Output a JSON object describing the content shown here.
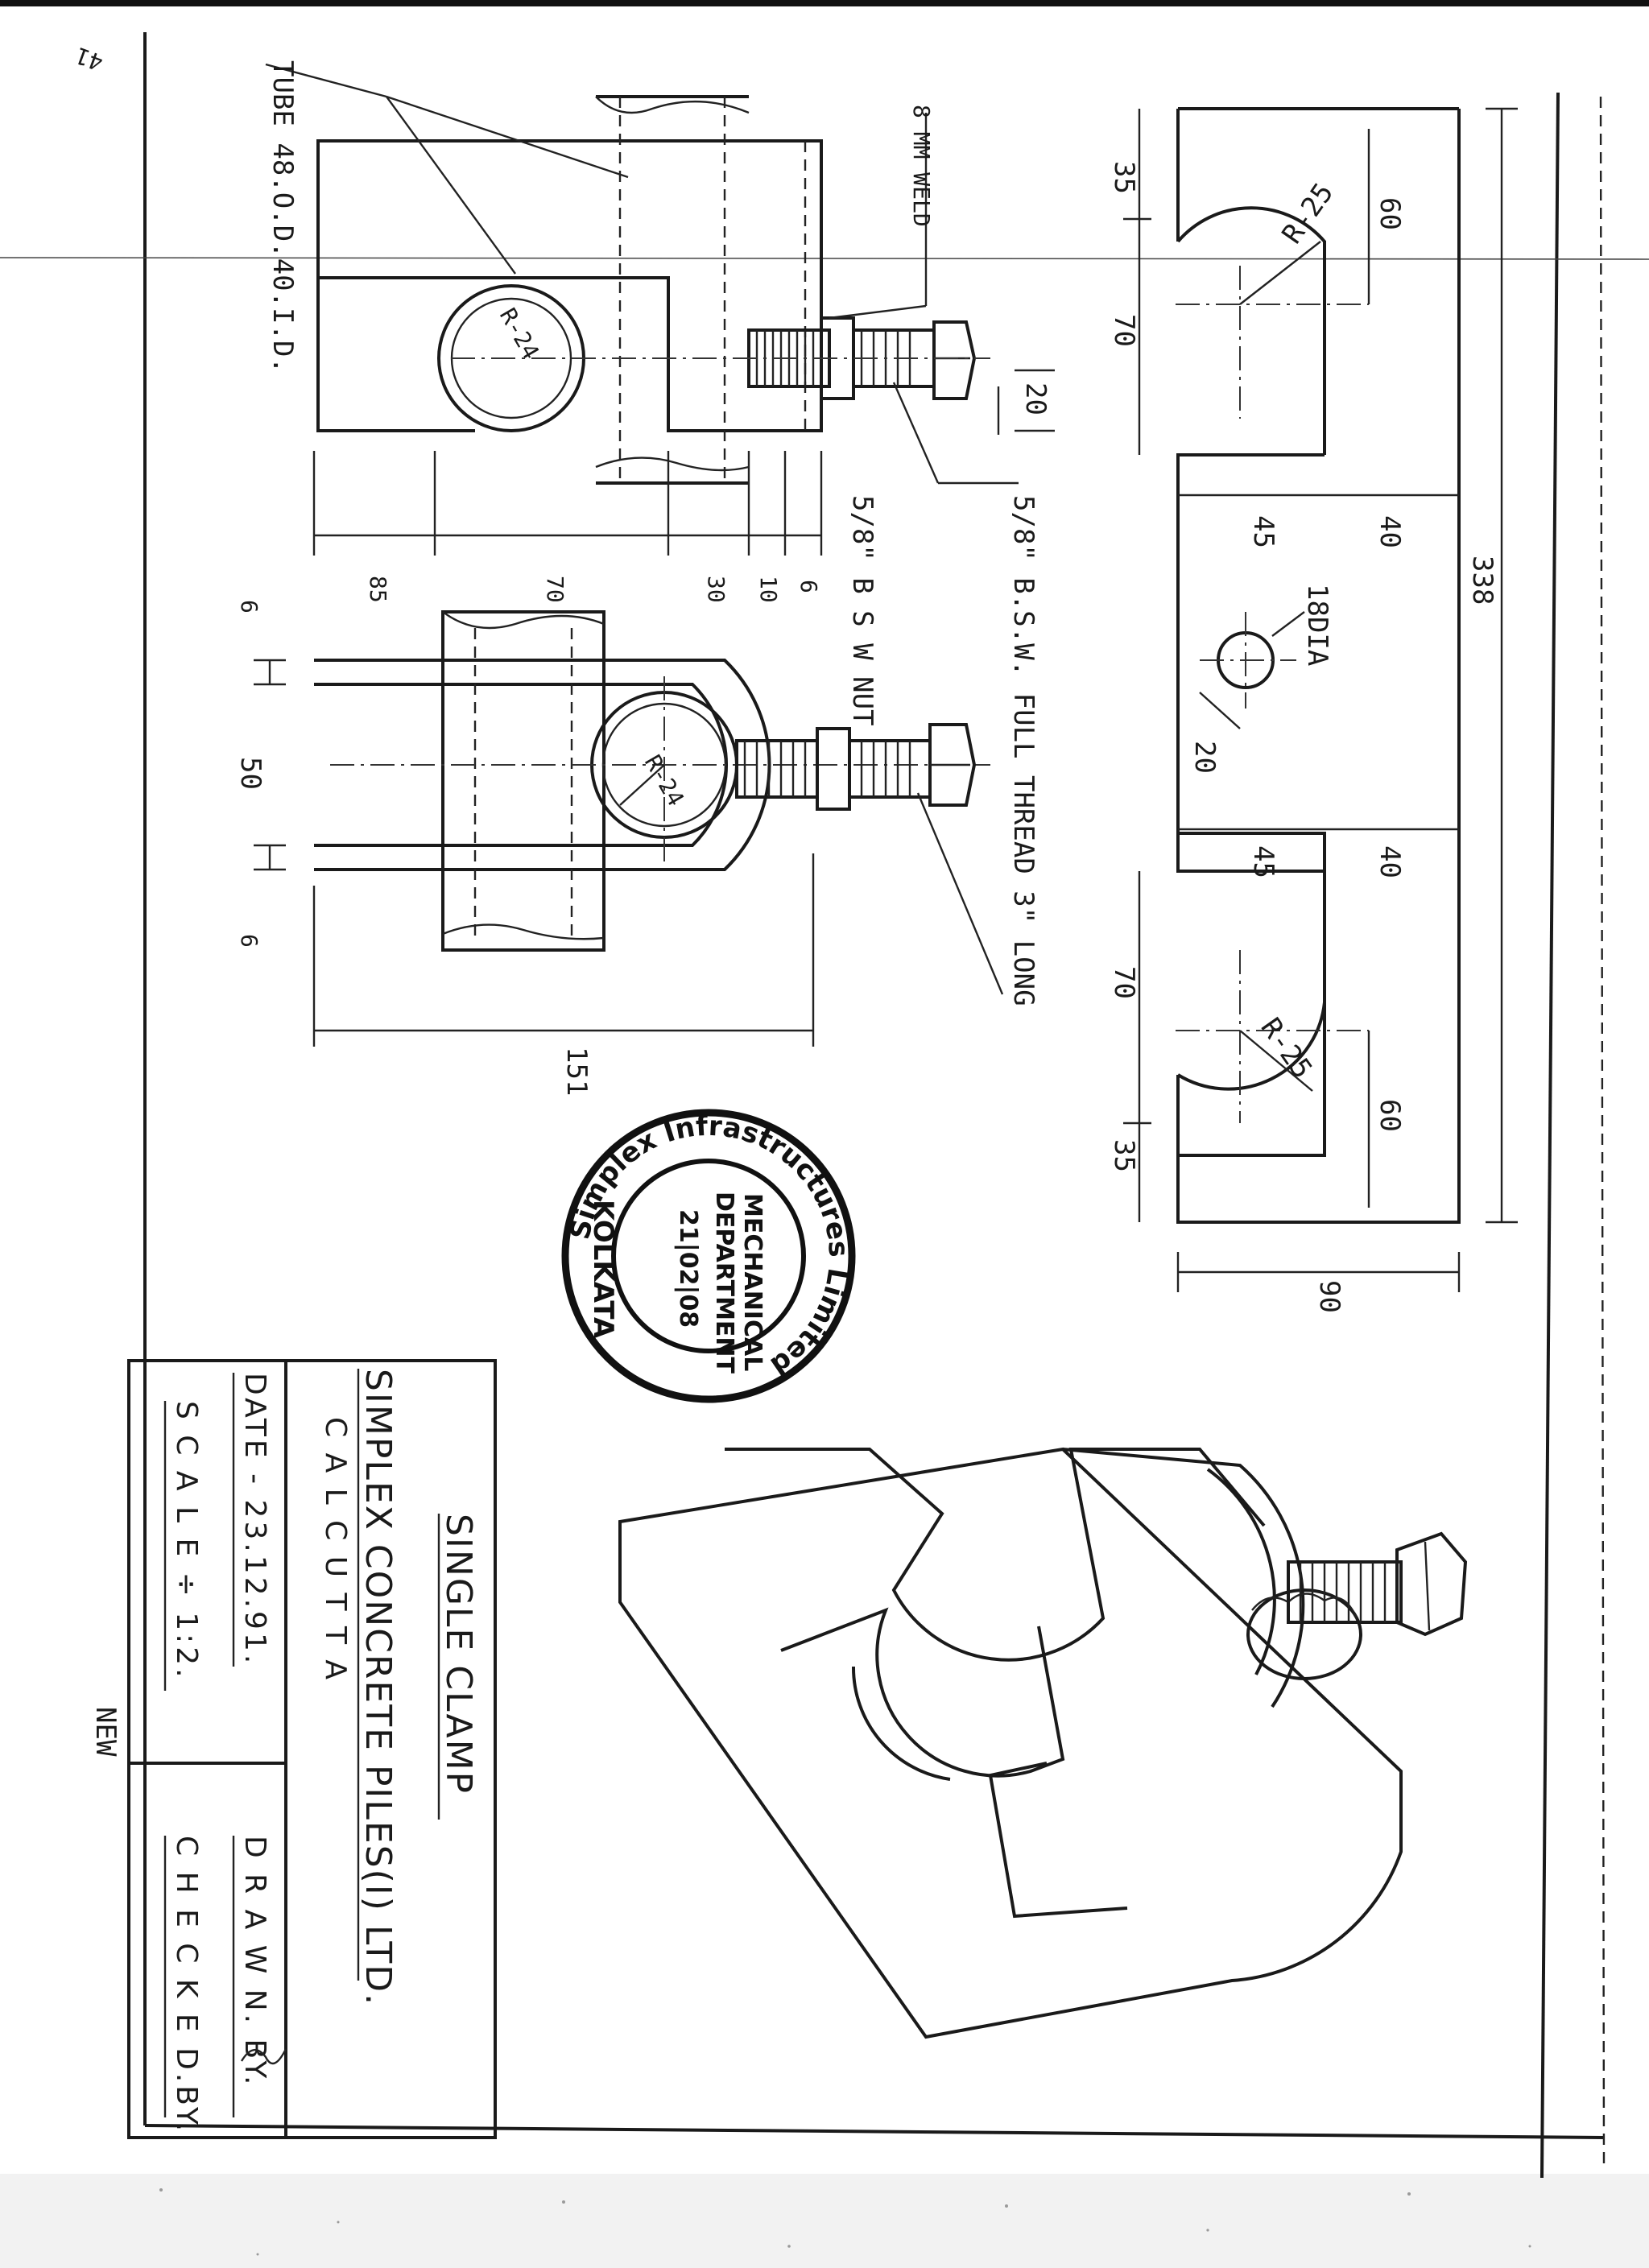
{
  "drawing": {
    "dims": {
      "d35_top": "35",
      "d70_top": "70",
      "d60_top": "60",
      "d40_a": "40",
      "d45_a": "45",
      "d338": "338",
      "d18dia": "18DIA",
      "d20_mid": "20",
      "d40_b": "40",
      "d45_b": "45",
      "d70_bot": "70",
      "d60_bot": "60",
      "d35_bot": "35",
      "r25_top": "R-25",
      "r25_bot": "R-25",
      "d90": "90",
      "d20_bolt": "20",
      "d6_a": "6",
      "d10": "10",
      "d30": "30",
      "d70_side": "70",
      "d85": "85",
      "r24": "R-24",
      "r24_front": "R-24",
      "d6_b": "6",
      "d50": "50",
      "d6_c": "6",
      "d151": "151"
    },
    "notes": {
      "tube": "TUBE 48.O.D.40.I.D.",
      "weld": "8 MM WELD",
      "thread": "5/8\" B.S.W. FULL THREAD 3\" LONG",
      "nut": "5/8\" B S W NUT"
    }
  },
  "stamp": {
    "company": "Simplex Infrastructures Limited",
    "department_line1": "MECHANICAL",
    "department_line2": "DEPARTMENT",
    "date": "21|02|08",
    "city": "KOLKATA"
  },
  "title_block": {
    "title": "SINGLE  CLAMP",
    "company": "SIMPLEX CONCRETE PILES(I) LTD.",
    "city": "C A L C U T T A",
    "date": "DATE - 23.12.91.",
    "scale": "S C A L E ÷ 1:2.",
    "drawn_by": "D R A W N. BY.",
    "checked_by": "C H E C K E D.BY."
  },
  "margin_note": "NEW",
  "corner_mark": "41"
}
